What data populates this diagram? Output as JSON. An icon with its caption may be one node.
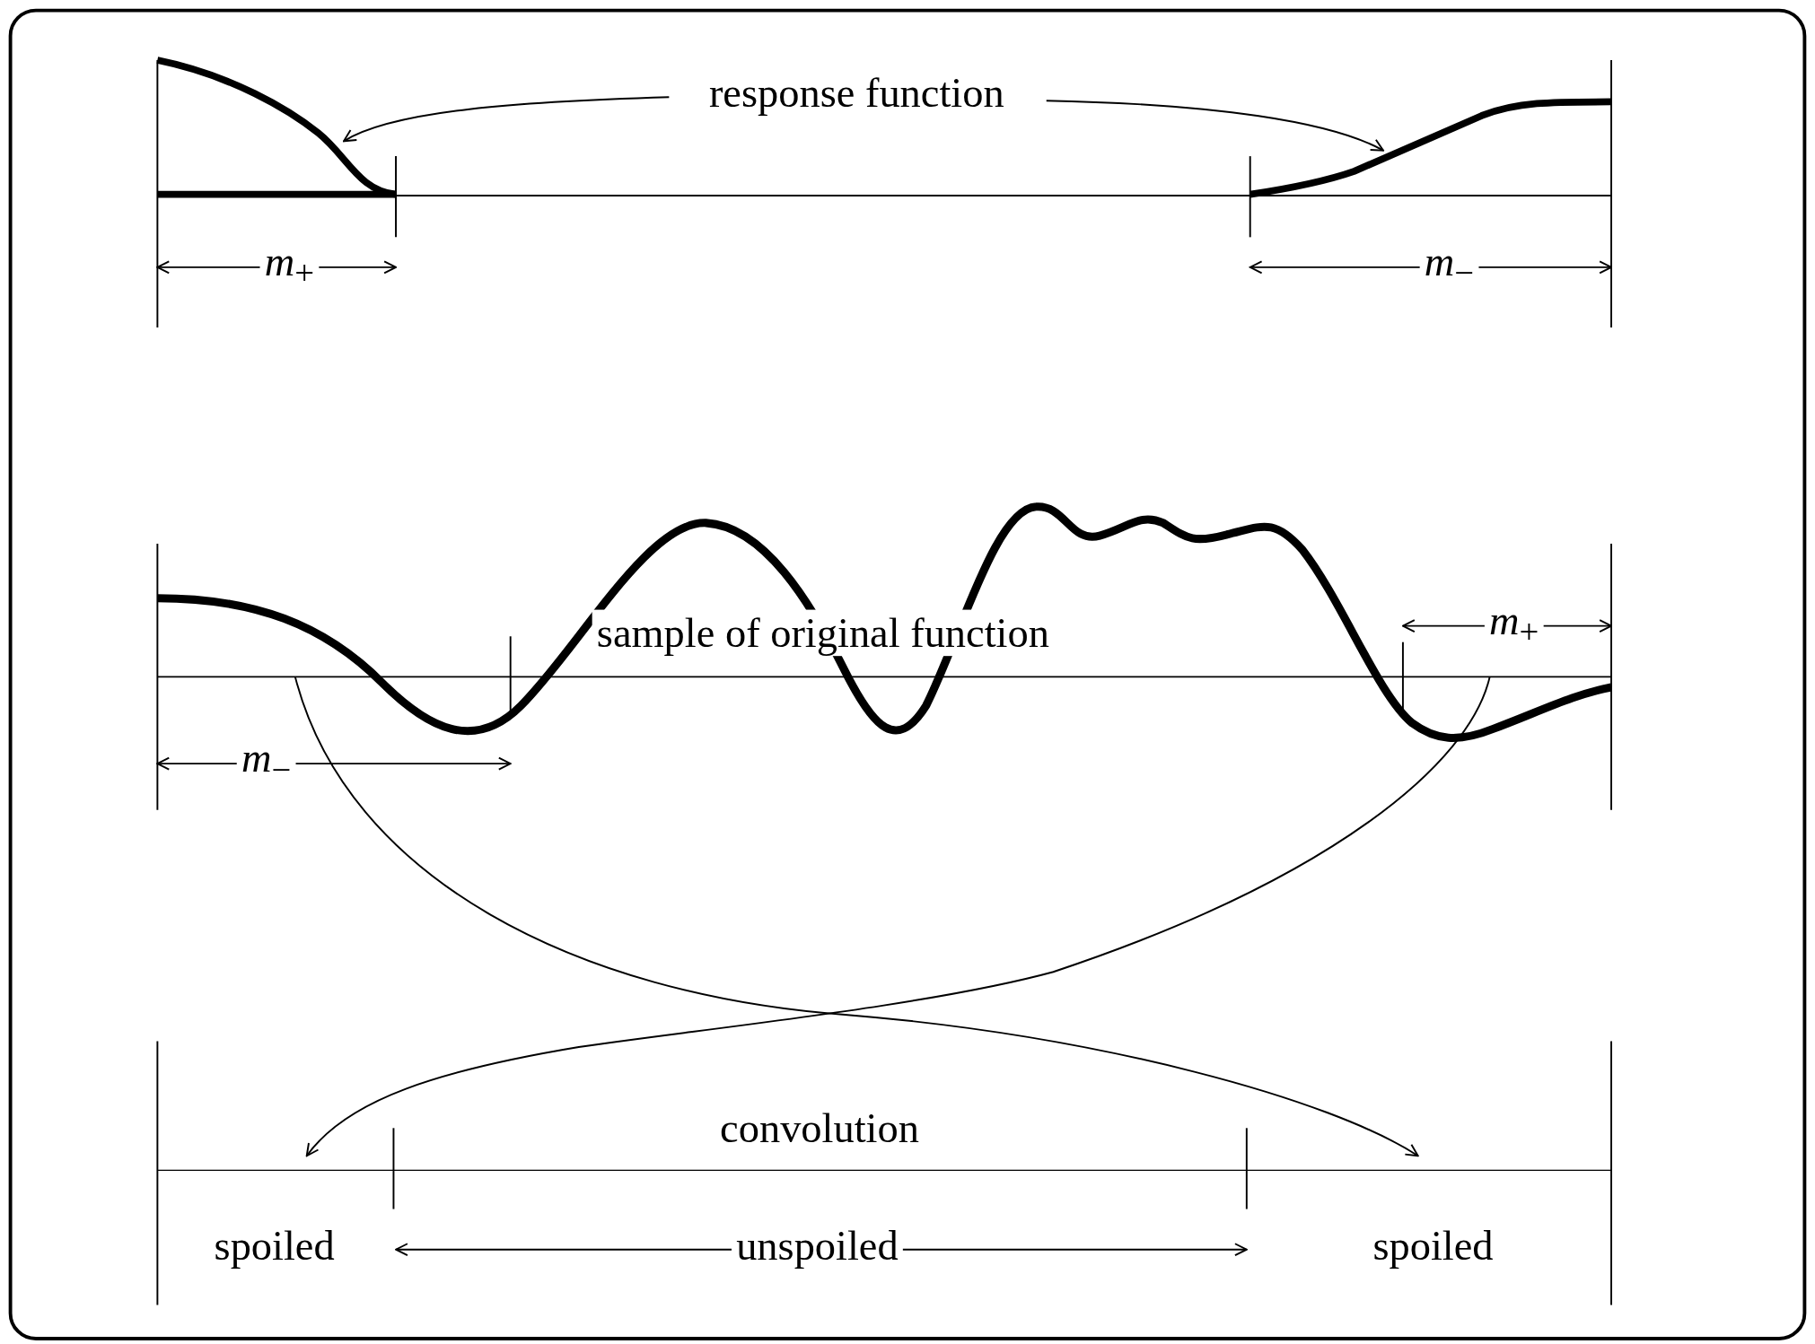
{
  "diagram": {
    "nodes": [
      {
        "text": [
          "response function"
        ]
      },
      {
        "text": [],
        "shape": "curve"
      },
      {
        "text": [],
        "shape": "curve"
      },
      {
        "text": [
          "sample of original function"
        ]
      },
      {
        "text": [
          "convolution"
        ]
      }
    ],
    "edges": [
      {
        "from": 0,
        "to": 1,
        "arrow": "to"
      },
      {
        "from": 0,
        "to": 2,
        "arrow": "to"
      },
      {
        "from": 3,
        "to": 4,
        "arrow": "to"
      },
      {
        "from": 3,
        "to": 4,
        "arrow": "to"
      }
    ],
    "labels": [
      "*m*$_{+}$",
      "*m*$_{−}$",
      "*m*$_{+}$",
      "*m*$_{−}$",
      "spoiled",
      "unspoiled",
      "spoiled"
    ]
  }
}
